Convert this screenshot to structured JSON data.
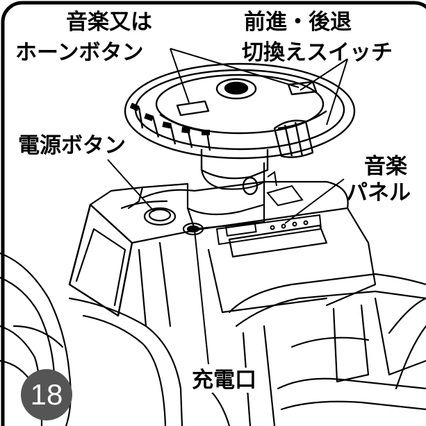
{
  "labels": {
    "horn_line1": "音楽又は",
    "horn_line2": "ホーンボタン",
    "gear_line1": "前進・後退",
    "gear_line2": "切換えスイッチ",
    "power": "電源ボタン",
    "music_line1": "音楽",
    "music_line2": "パネル",
    "charge": "充電口"
  },
  "step_number": "18"
}
